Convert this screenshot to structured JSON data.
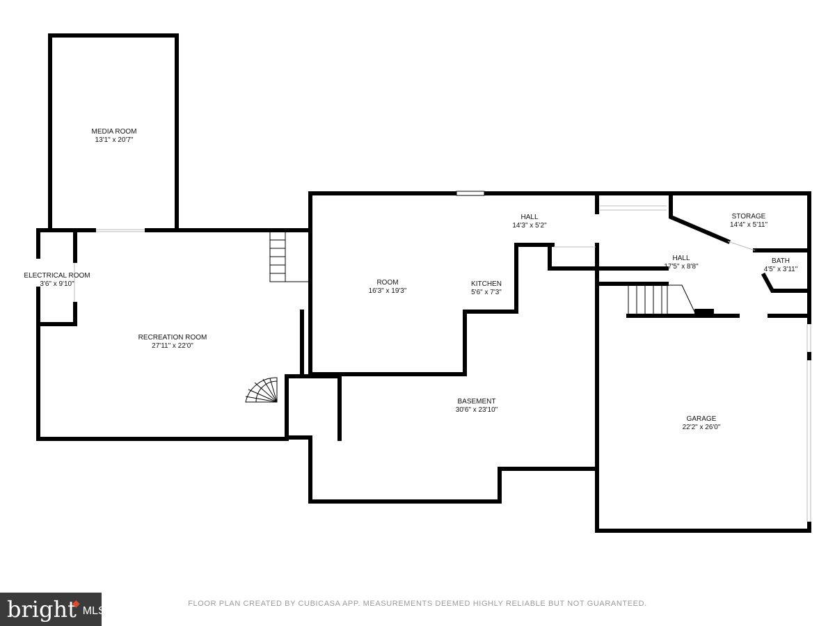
{
  "rooms": {
    "media_room": {
      "name": "MEDIA ROOM",
      "dims": "13'1\" x 20'7\""
    },
    "electrical_room": {
      "name": "ELECTRICAL ROOM",
      "dims": "3'6\" x 9'10\""
    },
    "recreation_room": {
      "name": "RECREATION ROOM",
      "dims": "27'11\" x 22'0\""
    },
    "room": {
      "name": "ROOM",
      "dims": "16'3\" x 19'3\""
    },
    "hall_1": {
      "name": "HALL",
      "dims": "14'3\" x 5'2\""
    },
    "kitchen": {
      "name": "KITCHEN",
      "dims": "5'6\" x 7'3\""
    },
    "storage": {
      "name": "STORAGE",
      "dims": "14'4\" x 5'11\""
    },
    "hall_2": {
      "name": "HALL",
      "dims": "17'5\" x 8'8\""
    },
    "bath": {
      "name": "BATH",
      "dims": "4'5\" x 3'11\""
    },
    "basement": {
      "name": "BASEMENT",
      "dims": "30'6\" x 23'10\""
    },
    "garage": {
      "name": "GARAGE",
      "dims": "22'2\" x 26'0\""
    }
  },
  "footer": {
    "disclaimer": "FLOOR PLAN CREATED BY CUBICASA APP. MEASUREMENTS DEEMED HIGHLY RELIABLE BUT NOT GUARANTEED."
  },
  "logo": {
    "brand": "bright",
    "suffix": "MLS"
  },
  "colors": {
    "wall": "#000000",
    "footer_text": "#9a9a9a",
    "logo_bg": "#3b3b3b",
    "logo_accent": "#e04a2a"
  }
}
